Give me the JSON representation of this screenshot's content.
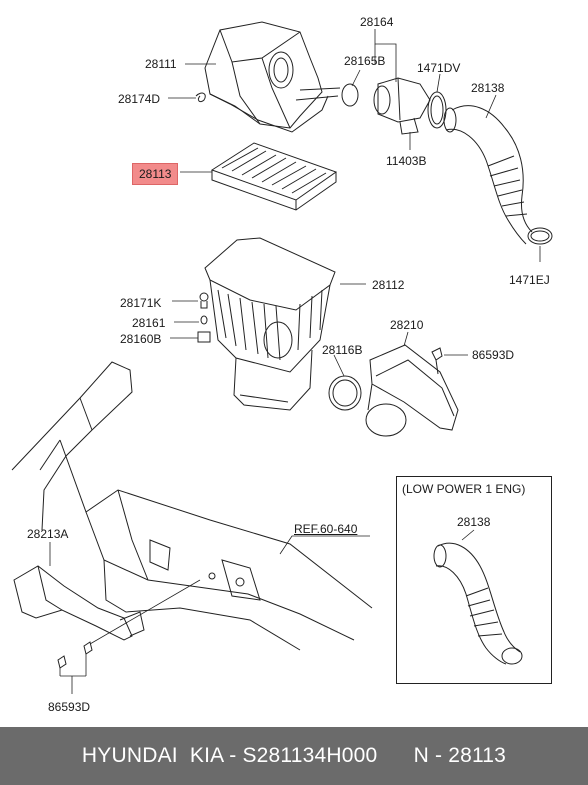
{
  "labels": {
    "p28164": "28164",
    "p28111": "28111",
    "p28165b": "28165B",
    "p1471dv": "1471DV",
    "p28174d": "28174D",
    "p28138": "28138",
    "p11403b": "11403B",
    "p28113": "28113",
    "p1471ej": "1471EJ",
    "p28112": "28112",
    "p28171k": "28171K",
    "p28161": "28161",
    "p28210": "28210",
    "p28160b": "28160B",
    "p28116b": "28116B",
    "p86593d_top": "86593D",
    "p28213a": "28213A",
    "ref": "REF.60-640",
    "p86593d_bottom": "86593D"
  },
  "inset": {
    "title": "(LOW POWER 1 ENG)",
    "part": "28138"
  },
  "footer": {
    "text": "HYUNDAI  KIA - S281134H000      N - 28113"
  },
  "colors": {
    "highlight": "#f28b8b",
    "footer_bg": "#6b6b6b",
    "line": "#222222"
  }
}
